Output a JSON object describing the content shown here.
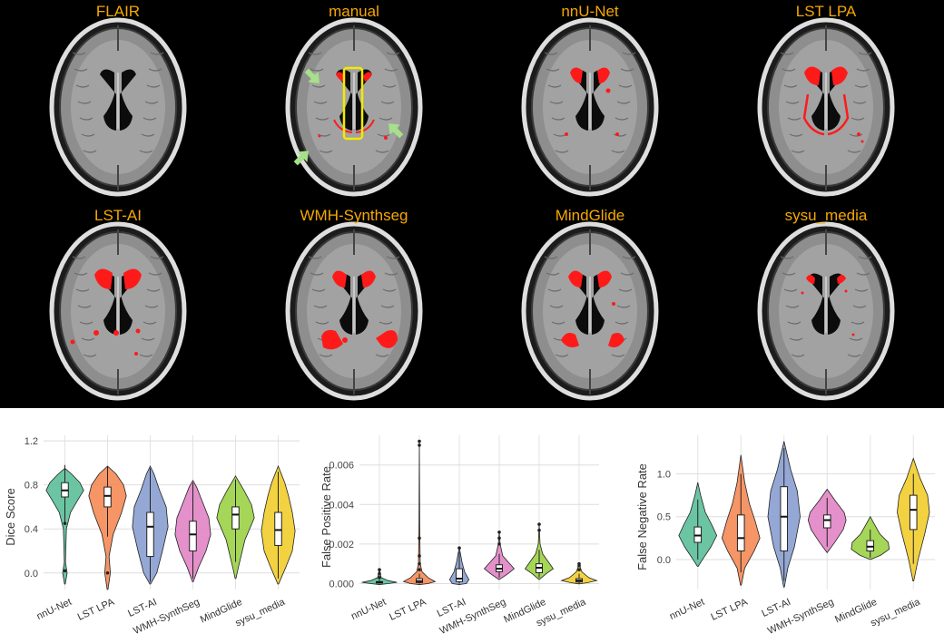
{
  "panels": [
    {
      "label": "FLAIR",
      "overlay": "none"
    },
    {
      "label": "manual",
      "overlay": "manual"
    },
    {
      "label": "nnU-Net",
      "overlay": "nnunet"
    },
    {
      "label": "LST LPA",
      "overlay": "lpa"
    },
    {
      "label": "LST-AI",
      "overlay": "lstai"
    },
    {
      "label": "WMH-Synthseg",
      "overlay": "synthseg"
    },
    {
      "label": "MindGlide",
      "overlay": "mindglide"
    },
    {
      "label": "sysu_media",
      "overlay": "sysu"
    }
  ],
  "colors": {
    "title": "#f5a800",
    "lesion": "#ff1a1a",
    "box": "#f2ea00",
    "arrow": "#a6e08a",
    "methods": [
      "#5bbf99",
      "#f58a55",
      "#8a9fd0",
      "#e184c4",
      "#9bd146",
      "#f2cd2e"
    ]
  },
  "chart_data": [
    {
      "type": "violin",
      "ylabel": "Dice Score",
      "ylim": [
        -0.15,
        1.25
      ],
      "yticks": [
        "0.0",
        "0.4",
        "0.8",
        "1.2"
      ],
      "ytick_values": [
        0.0,
        0.4,
        0.8,
        1.2
      ],
      "categories": [
        "nnU-Net",
        "LST LPA",
        "LST-AI",
        "WMH-SynthSeg",
        "MindGlide",
        "sysu_media"
      ],
      "violins": [
        {
          "min": -0.1,
          "max": 0.95,
          "q1": 0.69,
          "median": 0.75,
          "q3": 0.82,
          "wlo": 0.45,
          "whi": 0.98,
          "outliers": [
            0.02,
            0.45
          ],
          "profile": [
            [
              -0.1,
              0.02
            ],
            [
              0.0,
              0.12
            ],
            [
              0.1,
              0.03
            ],
            [
              0.4,
              0.08
            ],
            [
              0.55,
              0.3
            ],
            [
              0.68,
              0.75
            ],
            [
              0.75,
              1.0
            ],
            [
              0.82,
              0.8
            ],
            [
              0.9,
              0.35
            ],
            [
              0.95,
              0.0
            ]
          ]
        },
        {
          "min": -0.15,
          "max": 0.97,
          "q1": 0.6,
          "median": 0.7,
          "q3": 0.78,
          "wlo": 0.33,
          "whi": 0.97,
          "outliers": [
            0.0
          ],
          "profile": [
            [
              -0.15,
              0.02
            ],
            [
              0.0,
              0.15
            ],
            [
              0.15,
              0.08
            ],
            [
              0.35,
              0.3
            ],
            [
              0.55,
              0.75
            ],
            [
              0.7,
              1.0
            ],
            [
              0.8,
              0.85
            ],
            [
              0.9,
              0.45
            ],
            [
              0.97,
              0.0
            ]
          ]
        },
        {
          "min": -0.1,
          "max": 0.97,
          "q1": 0.15,
          "median": 0.42,
          "q3": 0.55,
          "wlo": -0.08,
          "whi": 0.95,
          "outliers": [],
          "profile": [
            [
              -0.1,
              0.02
            ],
            [
              0.0,
              0.35
            ],
            [
              0.2,
              0.65
            ],
            [
              0.42,
              0.95
            ],
            [
              0.6,
              0.85
            ],
            [
              0.75,
              0.5
            ],
            [
              0.9,
              0.2
            ],
            [
              0.97,
              0.0
            ]
          ]
        },
        {
          "min": -0.08,
          "max": 0.84,
          "q1": 0.2,
          "median": 0.35,
          "q3": 0.47,
          "wlo": -0.05,
          "whi": 0.82,
          "outliers": [],
          "profile": [
            [
              -0.08,
              0.02
            ],
            [
              0.05,
              0.3
            ],
            [
              0.2,
              0.7
            ],
            [
              0.35,
              0.95
            ],
            [
              0.5,
              0.85
            ],
            [
              0.65,
              0.5
            ],
            [
              0.78,
              0.2
            ],
            [
              0.84,
              0.0
            ]
          ]
        },
        {
          "min": -0.05,
          "max": 0.88,
          "q1": 0.4,
          "median": 0.53,
          "q3": 0.6,
          "wlo": 0.1,
          "whi": 0.85,
          "outliers": [],
          "profile": [
            [
              -0.05,
              0.02
            ],
            [
              0.05,
              0.15
            ],
            [
              0.3,
              0.5
            ],
            [
              0.5,
              1.0
            ],
            [
              0.62,
              0.85
            ],
            [
              0.75,
              0.45
            ],
            [
              0.88,
              0.0
            ]
          ]
        },
        {
          "min": -0.1,
          "max": 0.97,
          "q1": 0.25,
          "median": 0.39,
          "q3": 0.55,
          "wlo": -0.05,
          "whi": 0.92,
          "outliers": [],
          "profile": [
            [
              -0.1,
              0.02
            ],
            [
              0.05,
              0.4
            ],
            [
              0.2,
              0.75
            ],
            [
              0.38,
              0.9
            ],
            [
              0.55,
              0.75
            ],
            [
              0.7,
              0.55
            ],
            [
              0.82,
              0.35
            ],
            [
              0.97,
              0.0
            ]
          ]
        }
      ]
    },
    {
      "type": "violin",
      "ylabel": "False Positive Rate",
      "ylim": [
        -0.0003,
        0.0075
      ],
      "yticks": [
        "0.000",
        "0.002",
        "0.004",
        "0.006"
      ],
      "ytick_values": [
        0.0,
        0.002,
        0.004,
        0.006
      ],
      "categories": [
        "nnU-Net",
        "LST LPA",
        "LST-AI",
        "WMH-SynthSeg",
        "MindGlide",
        "sysu_media"
      ],
      "violins": [
        {
          "min": -5e-05,
          "max": 0.0007,
          "q1": 3e-05,
          "median": 6e-05,
          "q3": 0.0001,
          "wlo": 0.0,
          "whi": 0.0002,
          "outliers": [
            0.0003,
            0.0005,
            0.0007
          ],
          "profile": [
            [
              -5e-05,
              0.0
            ],
            [
              0.0,
              0.5
            ],
            [
              6e-05,
              1.0
            ],
            [
              0.00015,
              0.5
            ],
            [
              0.0003,
              0.1
            ],
            [
              0.0007,
              0.0
            ]
          ]
        },
        {
          "min": -5e-05,
          "max": 0.0072,
          "q1": 5e-05,
          "median": 0.00012,
          "q3": 0.00025,
          "wlo": 0.0,
          "whi": 0.0005,
          "outliers": [
            0.0007,
            0.001,
            0.0014,
            0.0023,
            0.007,
            0.0072
          ],
          "profile": [
            [
              -5e-05,
              0.0
            ],
            [
              0.0,
              0.5
            ],
            [
              0.0001,
              0.9
            ],
            [
              0.0003,
              0.5
            ],
            [
              0.0006,
              0.15
            ],
            [
              0.001,
              0.05
            ],
            [
              0.003,
              0.02
            ],
            [
              0.0072,
              0.0
            ]
          ]
        },
        {
          "min": -5e-05,
          "max": 0.0018,
          "q1": 0.0001,
          "median": 0.00025,
          "q3": 0.00075,
          "wlo": 0.0,
          "whi": 0.0016,
          "outliers": [
            0.0018
          ],
          "profile": [
            [
              -5e-05,
              0.0
            ],
            [
              0.0,
              0.4
            ],
            [
              0.0002,
              0.55
            ],
            [
              0.0006,
              0.3
            ],
            [
              0.0011,
              0.15
            ],
            [
              0.0016,
              0.05
            ],
            [
              0.0018,
              0.0
            ]
          ]
        },
        {
          "min": 0.0002,
          "max": 0.0026,
          "q1": 0.0006,
          "median": 0.00075,
          "q3": 0.00095,
          "wlo": 0.0003,
          "whi": 0.0015,
          "outliers": [
            0.002,
            0.0023,
            0.0026
          ],
          "profile": [
            [
              0.0002,
              0.0
            ],
            [
              0.0005,
              0.5
            ],
            [
              0.00075,
              0.85
            ],
            [
              0.001,
              0.6
            ],
            [
              0.0014,
              0.2
            ],
            [
              0.002,
              0.05
            ],
            [
              0.0026,
              0.0
            ]
          ]
        },
        {
          "min": 0.0002,
          "max": 0.003,
          "q1": 0.00055,
          "median": 0.0008,
          "q3": 0.001,
          "wlo": 0.0003,
          "whi": 0.0017,
          "outliers": [
            0.0027,
            0.003
          ],
          "profile": [
            [
              0.0002,
              0.0
            ],
            [
              0.0005,
              0.4
            ],
            [
              0.00075,
              0.8
            ],
            [
              0.001,
              0.6
            ],
            [
              0.0015,
              0.2
            ],
            [
              0.002,
              0.05
            ],
            [
              0.003,
              0.0
            ]
          ]
        },
        {
          "min": -2e-05,
          "max": 0.001,
          "q1": 8e-05,
          "median": 0.00015,
          "q3": 0.00025,
          "wlo": 0.0,
          "whi": 0.0005,
          "outliers": [
            0.0007,
            0.0009,
            0.001
          ],
          "profile": [
            [
              -2e-05,
              0.0
            ],
            [
              5e-05,
              0.5
            ],
            [
              0.00015,
              1.0
            ],
            [
              0.0003,
              0.55
            ],
            [
              0.0006,
              0.15
            ],
            [
              0.001,
              0.0
            ]
          ]
        }
      ]
    },
    {
      "type": "violin",
      "ylabel": "False Negative Rate",
      "ylim": [
        -0.35,
        1.45
      ],
      "yticks": [
        "0.0",
        "0.5",
        "1.0"
      ],
      "ytick_values": [
        0.0,
        0.5,
        1.0
      ],
      "categories": [
        "nnU-Net",
        "LST LPA",
        "LST-AI",
        "WMH-SynthSeg",
        "MindGlide",
        "sysu_media"
      ],
      "violins": [
        {
          "min": -0.08,
          "max": 0.9,
          "q1": 0.2,
          "median": 0.28,
          "q3": 0.38,
          "wlo": 0.0,
          "whi": 0.7,
          "outliers": [],
          "profile": [
            [
              -0.08,
              0.02
            ],
            [
              0.0,
              0.25
            ],
            [
              0.15,
              0.7
            ],
            [
              0.28,
              1.0
            ],
            [
              0.4,
              0.75
            ],
            [
              0.55,
              0.4
            ],
            [
              0.75,
              0.15
            ],
            [
              0.9,
              0.0
            ]
          ]
        },
        {
          "min": -0.3,
          "max": 1.22,
          "q1": 0.1,
          "median": 0.25,
          "q3": 0.52,
          "wlo": -0.15,
          "whi": 1.0,
          "outliers": [],
          "profile": [
            [
              -0.3,
              0.02
            ],
            [
              -0.1,
              0.2
            ],
            [
              0.1,
              0.7
            ],
            [
              0.25,
              1.0
            ],
            [
              0.45,
              0.75
            ],
            [
              0.65,
              0.45
            ],
            [
              0.9,
              0.2
            ],
            [
              1.22,
              0.0
            ]
          ]
        },
        {
          "min": -0.32,
          "max": 1.38,
          "q1": 0.1,
          "median": 0.5,
          "q3": 0.85,
          "wlo": -0.25,
          "whi": 1.3,
          "outliers": [],
          "profile": [
            [
              -0.32,
              0.02
            ],
            [
              -0.1,
              0.2
            ],
            [
              0.15,
              0.55
            ],
            [
              0.5,
              0.85
            ],
            [
              0.8,
              0.7
            ],
            [
              1.05,
              0.35
            ],
            [
              1.38,
              0.0
            ]
          ]
        },
        {
          "min": 0.08,
          "max": 0.82,
          "q1": 0.37,
          "median": 0.46,
          "q3": 0.52,
          "wlo": 0.15,
          "whi": 0.72,
          "outliers": [],
          "profile": [
            [
              0.08,
              0.0
            ],
            [
              0.2,
              0.4
            ],
            [
              0.35,
              0.85
            ],
            [
              0.46,
              1.0
            ],
            [
              0.55,
              0.9
            ],
            [
              0.68,
              0.45
            ],
            [
              0.82,
              0.0
            ]
          ]
        },
        {
          "min": 0.0,
          "max": 0.5,
          "q1": 0.1,
          "median": 0.15,
          "q3": 0.22,
          "wlo": 0.02,
          "whi": 0.35,
          "outliers": [],
          "profile": [
            [
              0.0,
              0.0
            ],
            [
              0.05,
              0.55
            ],
            [
              0.12,
              1.0
            ],
            [
              0.2,
              0.95
            ],
            [
              0.3,
              0.5
            ],
            [
              0.42,
              0.2
            ],
            [
              0.5,
              0.0
            ]
          ]
        },
        {
          "min": -0.25,
          "max": 1.18,
          "q1": 0.35,
          "median": 0.58,
          "q3": 0.75,
          "wlo": -0.05,
          "whi": 1.0,
          "outliers": [],
          "profile": [
            [
              -0.25,
              0.02
            ],
            [
              0.0,
              0.25
            ],
            [
              0.3,
              0.6
            ],
            [
              0.55,
              0.85
            ],
            [
              0.75,
              0.75
            ],
            [
              0.95,
              0.35
            ],
            [
              1.18,
              0.0
            ]
          ]
        }
      ]
    }
  ]
}
